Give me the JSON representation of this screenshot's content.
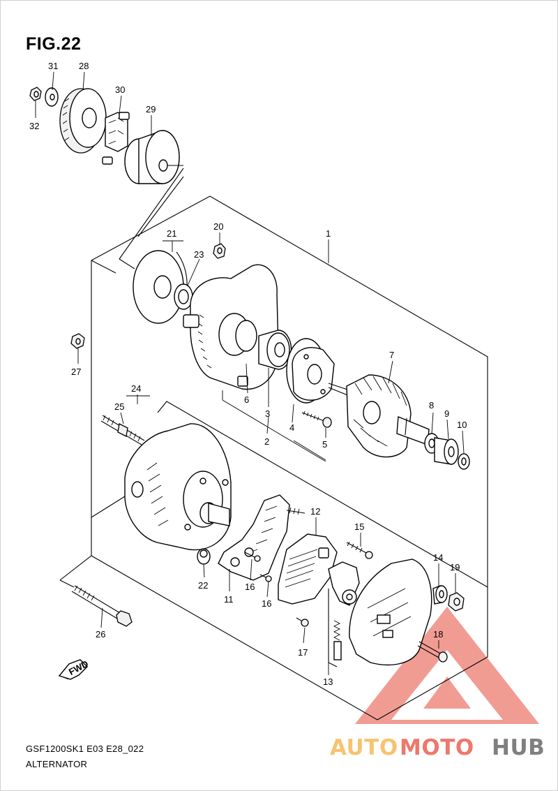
{
  "figure": {
    "title": "FIG.22"
  },
  "footer": {
    "code": "GSF1200SK1 E03 E28_022",
    "name": "ALTERNATOR"
  },
  "callouts": {
    "c1": "1",
    "c2": "2",
    "c3": "3",
    "c4": "4",
    "c5": "5",
    "c6": "6",
    "c7": "7",
    "c8": "8",
    "c9": "9",
    "c10": "10",
    "c11": "11",
    "c12": "12",
    "c13": "13",
    "c14": "14",
    "c15": "15",
    "c16a": "16",
    "c16b": "16",
    "c17": "17",
    "c18": "18",
    "c19": "19",
    "c20": "20",
    "c21": "21",
    "c22": "22",
    "c23": "23",
    "c24": "24",
    "c25": "25",
    "c26": "26",
    "c27": "27",
    "c28": "28",
    "c29": "29",
    "c30": "30",
    "c31": "31",
    "c32": "32"
  },
  "fwd_arrow": {
    "label": "FWD"
  },
  "watermark": {
    "part1": "AUTO",
    "part2": "MOTO",
    "part3": "HUB",
    "colors": {
      "auto": "#F5B041",
      "moto": "#E74C3C",
      "hub": "#555555",
      "triangle": "#E74C3C"
    }
  }
}
